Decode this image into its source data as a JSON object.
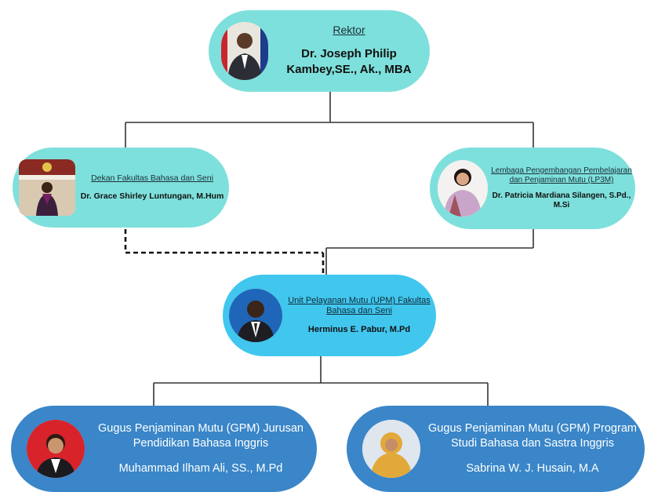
{
  "colors": {
    "rektor_node": "#7ee0dc",
    "dekan_node": "#7ee0dc",
    "lp3m_node": "#7ee0dc",
    "upm_node": "#41c6ee",
    "gpm_node": "#3a86c8",
    "connector": "#333333"
  },
  "nodes": {
    "rektor": {
      "title": "Rektor",
      "name": "Dr. Joseph Philip Kambey,SE., Ak., MBA",
      "photo": "portrait-photo"
    },
    "dekan": {
      "title": "Dekan Fakultas Bahasa dan Seni",
      "name": "Dr. Grace Shirley Luntungan, M.Hum",
      "photo": "portrait-photo"
    },
    "lp3m": {
      "title": "Lembaga Pengembangan Pembelajaran dan Penjaminan Mutu (LP3M)",
      "name": "Dr. Patricia Mardiana Silangen, S.Pd., M.Si",
      "photo": "portrait-photo"
    },
    "upm": {
      "title": "Unit Pelayanan Mutu (UPM) Fakultas Bahasa dan Seni",
      "name": "Herminus E. Pabur, M.Pd",
      "photo": "portrait-photo"
    },
    "gpm_english_education": {
      "title": "Gugus Penjaminan Mutu (GPM) Jurusan Pendidikan Bahasa Inggris",
      "name": "Muhammad Ilham Ali, SS., M.Pd",
      "photo": "portrait-photo"
    },
    "gpm_english_literature": {
      "title": "Gugus Penjaminan Mutu (GPM) Program Studi Bahasa dan Sastra Inggris",
      "name": "Sabrina W. J. Husain, M.A",
      "photo": "portrait-photo"
    }
  },
  "connections": [
    {
      "from": "rektor",
      "to": "dekan",
      "style": "solid"
    },
    {
      "from": "rektor",
      "to": "lp3m",
      "style": "solid"
    },
    {
      "from": "dekan",
      "to": "upm",
      "style": "dashed"
    },
    {
      "from": "lp3m",
      "to": "upm",
      "style": "solid"
    },
    {
      "from": "upm",
      "to": "gpm_english_education",
      "style": "solid"
    },
    {
      "from": "upm",
      "to": "gpm_english_literature",
      "style": "solid"
    }
  ]
}
